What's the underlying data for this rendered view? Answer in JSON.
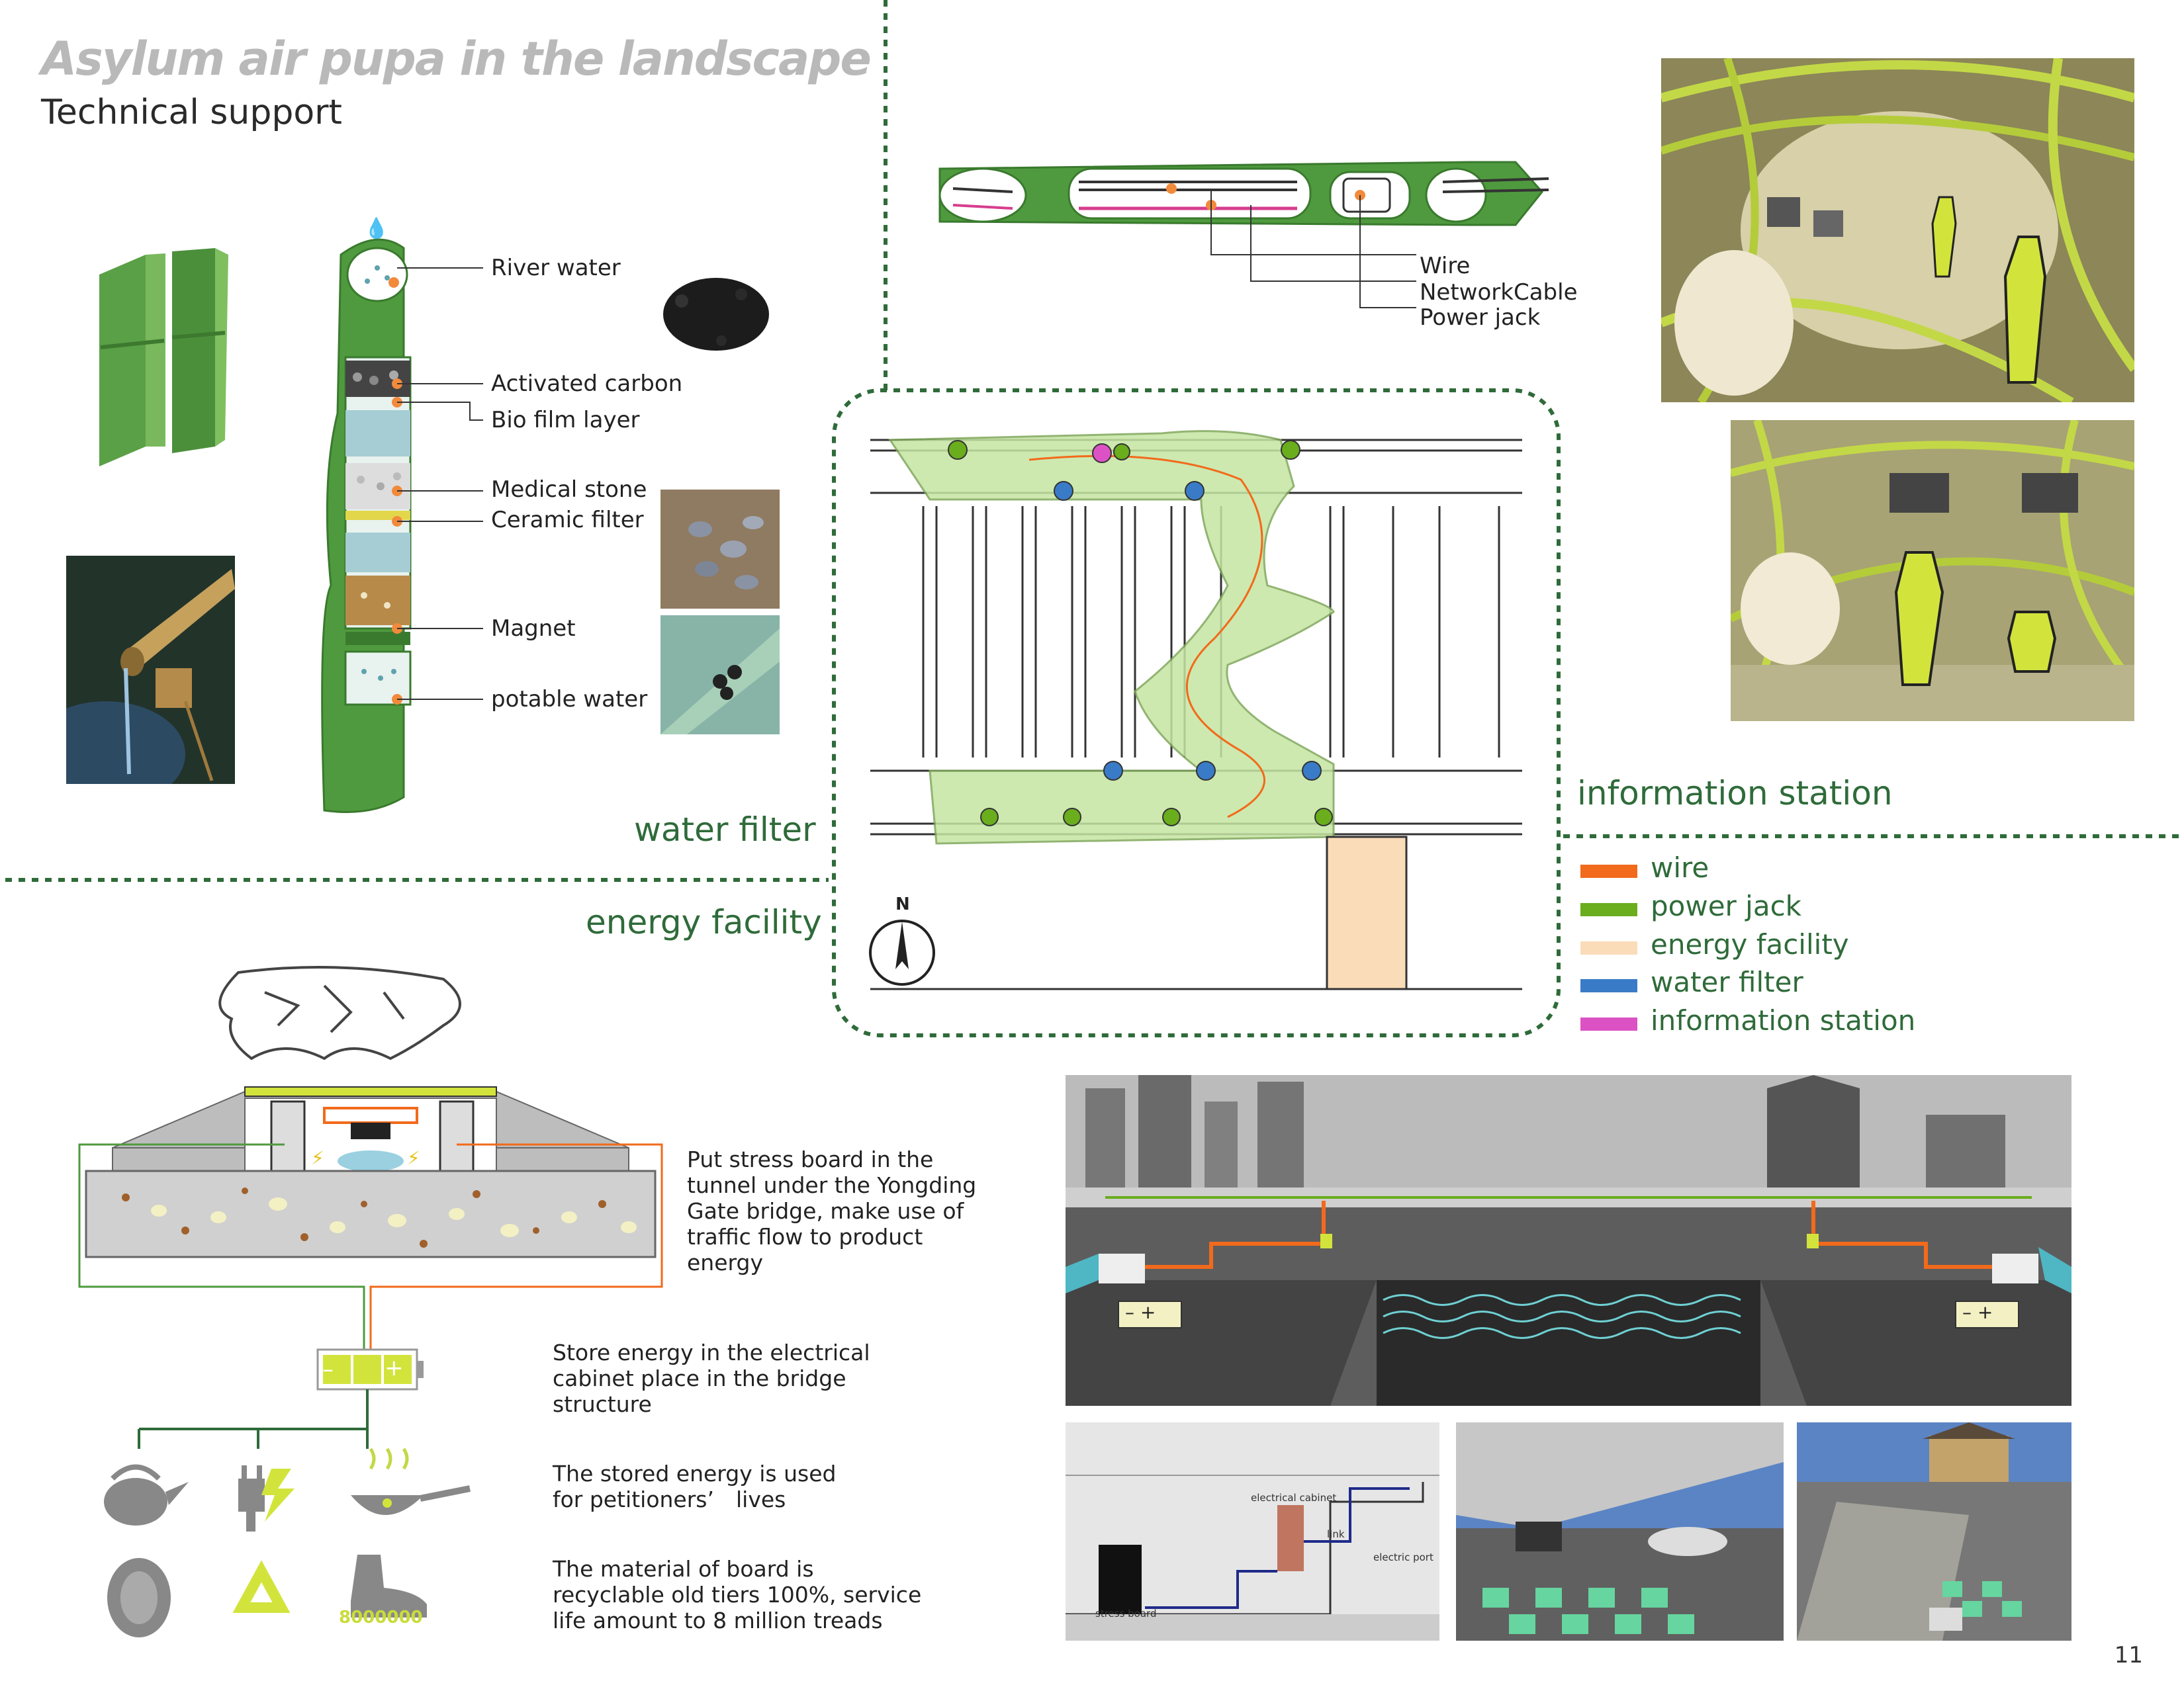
{
  "header": {
    "title": "Asylum air pupa in the landscape",
    "subtitle": "Technical support"
  },
  "water_filter": {
    "heading": "water filter",
    "labels": [
      "River water",
      "Activated carbon",
      "Bio film layer",
      "Medical stone",
      "Ceramic filter",
      "Magnet",
      "potable water"
    ]
  },
  "info_station": {
    "heading": "information station",
    "tube_labels": [
      "Wire",
      "NetworkCable",
      "Power jack"
    ]
  },
  "energy": {
    "heading": "energy facility",
    "text_1": "Put stress board in the tunnel under the Yongding Gate bridge, make use of traffic flow to product energy",
    "text_2": "Store energy in the electrical cabinet place in the bridge structure",
    "text_3": "The stored energy is used for petitioners’　lives",
    "text_4": "The material of board is recyclable old tiers 100%, service life amount to 8 million treads",
    "battery_minus": "–",
    "battery_plus": "+",
    "count_label": "8000000"
  },
  "plan": {
    "north": "N"
  },
  "legend": [
    {
      "label": "wire",
      "color": "#f26a1b"
    },
    {
      "label": "power jack",
      "color": "#6aad1d"
    },
    {
      "label": "energy facility",
      "color": "#fbdcb8"
    },
    {
      "label": "water filter",
      "color": "#3a7bc8"
    },
    {
      "label": "information station",
      "color": "#dc52c4"
    }
  ],
  "section": {
    "box_left": "– +",
    "box_right": "– +",
    "cad_labels": [
      "electrical cabinet",
      "link",
      "electric port",
      "stress board"
    ]
  },
  "colors": {
    "accent_green": "#2f6b3a",
    "lime": "#c8dc3c",
    "bamboo": "#4f9a3e"
  },
  "page_number": "11"
}
